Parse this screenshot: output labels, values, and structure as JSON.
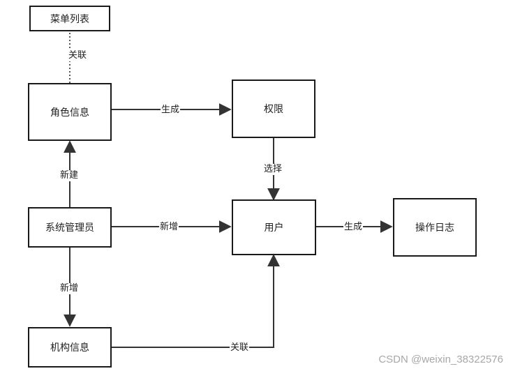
{
  "nodes": {
    "menu_list": "菜单列表",
    "role_info": "角色信息",
    "permission": "权限",
    "sys_admin": "系统管理员",
    "user": "用户",
    "operation_log": "操作日志",
    "org_info": "机构信息"
  },
  "edges": {
    "role_menu": "关联",
    "role_permission": "生成",
    "permission_user": "选择",
    "admin_role": "新建",
    "admin_user": "新增",
    "user_log": "生成",
    "admin_org": "新增",
    "org_user": "关联"
  },
  "watermark": "CSDN @weixin_38322576",
  "colors": {
    "line": "#333333",
    "border": "#1a1a1a",
    "watermark": "#a8a8a8"
  }
}
